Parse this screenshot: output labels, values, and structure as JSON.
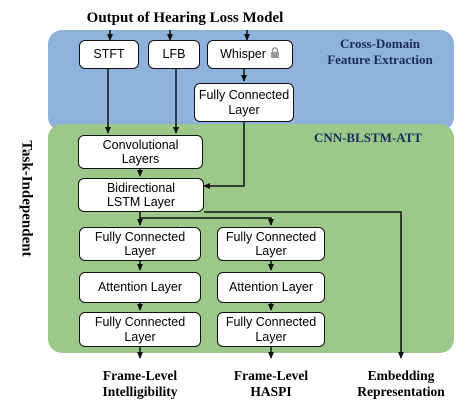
{
  "title": "Output of Hearing Loss Model",
  "regions": {
    "cross_domain": {
      "line1": "Cross-Domain",
      "line2": "Feature Extraction",
      "color": "#8fb2dc"
    },
    "cnn": {
      "label": "CNN-BLSTM-ATT",
      "color": "#9cc98a"
    }
  },
  "side_label": "Task-Independent",
  "boxes": {
    "stft": "STFT",
    "lfb": "LFB",
    "whisper": "Whisper",
    "fc_whisper": [
      "Fully Connected",
      "Layer"
    ],
    "conv": [
      "Convolutional",
      "Layers"
    ],
    "blstm": [
      "Bidirectional",
      "LSTM Layer"
    ],
    "left": {
      "fc1": [
        "Fully Connected",
        "Layer"
      ],
      "att": "Attention Layer",
      "fc2": [
        "Fully Connected",
        "Layer"
      ]
    },
    "right": {
      "fc1": [
        "Fully Connected",
        "Layer"
      ],
      "att": "Attention Layer",
      "fc2": [
        "Fully Connected",
        "Layer"
      ]
    }
  },
  "outputs": {
    "intelligibility": [
      "Frame-Level",
      "Intelligibility"
    ],
    "haspi": [
      "Frame-Level",
      "HASPI"
    ],
    "embedding": [
      "Embedding",
      "Representation"
    ]
  },
  "icons": {
    "lock": "lock-icon"
  }
}
